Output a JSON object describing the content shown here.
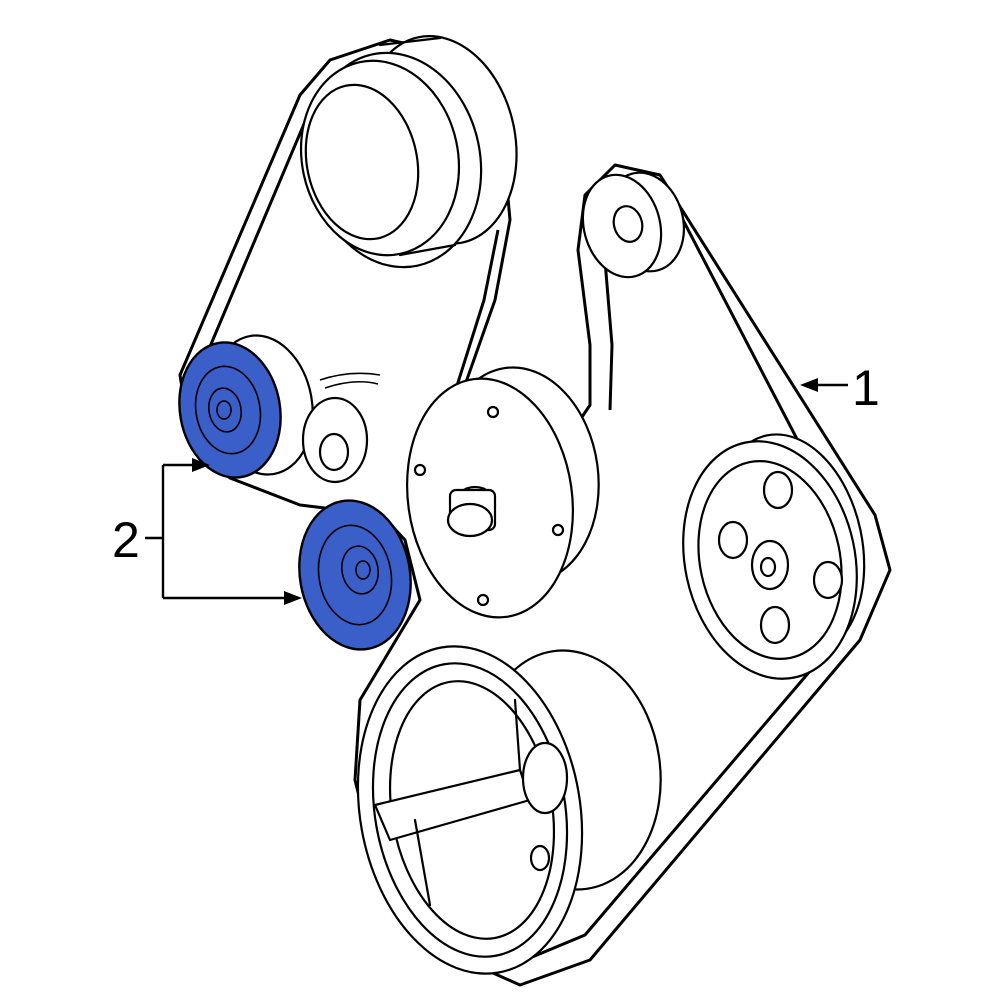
{
  "callouts": [
    {
      "id": "1",
      "label": "1",
      "part": "belt"
    },
    {
      "id": "2",
      "label": "2",
      "part": "idler-pulleys"
    }
  ],
  "colors": {
    "highlight": "#3a5fc8",
    "line": "#000000",
    "background": "#ffffff"
  }
}
